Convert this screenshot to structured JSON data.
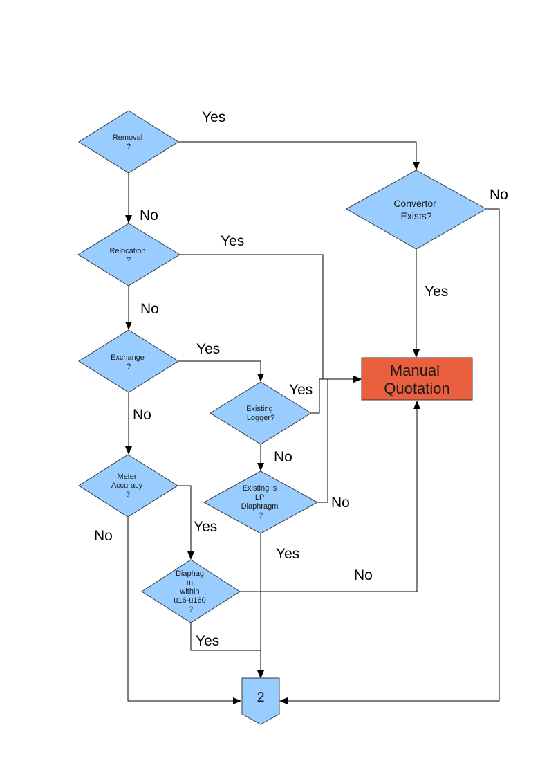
{
  "colors": {
    "decision_fill": "#99ccff",
    "outcome_fill": "#ea5f3e",
    "line": "#000000"
  },
  "nodes": {
    "removal": [
      "Removal",
      "?"
    ],
    "relocation": [
      "Relocation",
      "?"
    ],
    "exchange": [
      "Exchange",
      "?"
    ],
    "meter_accuracy": [
      "Meter",
      "Accuracy",
      "?"
    ],
    "existing_logger": [
      "Existing",
      "Logger?"
    ],
    "existing_lp": [
      "Existing is",
      "LP",
      "Diaphragm",
      "?"
    ],
    "diaphragm_range": [
      "Diaphag",
      "m",
      "within",
      "u16-u160",
      "?"
    ],
    "convertor_exists": [
      "Convertor",
      "Exists?"
    ],
    "manual_quotation": [
      "Manual",
      "Quotation"
    ],
    "connector": "2"
  },
  "edge_labels": {
    "removal_yes": "Yes",
    "removal_no": "No",
    "relocation_yes": "Yes",
    "relocation_no": "No",
    "exchange_yes": "Yes",
    "exchange_no": "No",
    "logger_yes": "Yes",
    "logger_no": "No",
    "lp_no": "No",
    "lp_yes": "Yes",
    "accuracy_yes": "Yes",
    "accuracy_no": "No",
    "range_no": "No",
    "range_yes": "Yes",
    "convertor_no": "No",
    "convertor_yes": "Yes"
  }
}
